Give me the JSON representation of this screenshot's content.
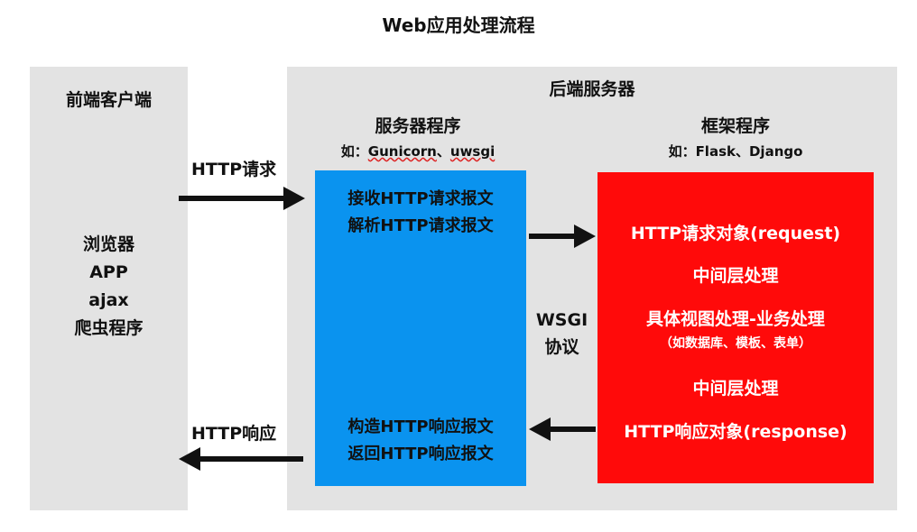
{
  "title": "Web应用处理流程",
  "frontend": {
    "title": "前端客户端",
    "clients": [
      "浏览器",
      "APP",
      "ajax",
      "爬虫程序"
    ]
  },
  "backend": {
    "title": "后端服务器",
    "server": {
      "title": "服务器程序",
      "example_prefix": "如：",
      "example_gunicorn": "Gunicorn",
      "example_sep": "、",
      "example_uwsgi": "uwsgi",
      "request_lines": [
        "接收HTTP请求报文",
        "解析HTTP请求报文"
      ],
      "response_lines": [
        "构造HTTP响应报文",
        "返回HTTP响应报文"
      ]
    },
    "framework": {
      "title": "框架程序",
      "example": "如：Flask、Django",
      "steps": [
        "HTTP请求对象(request)",
        "中间层处理",
        "具体视图处理-业务处理",
        "（如数据库、模板、表单）",
        "中间层处理",
        "HTTP响应对象(response)"
      ]
    },
    "protocol": [
      "WSGI",
      "协议"
    ]
  },
  "arrows": {
    "http_request": "HTTP请求",
    "http_response": "HTTP响应"
  },
  "colors": {
    "panel": "#e3e3e3",
    "server_box": "#0a93ef",
    "framework_box": "#ff0a0a",
    "arrow": "#111111"
  }
}
